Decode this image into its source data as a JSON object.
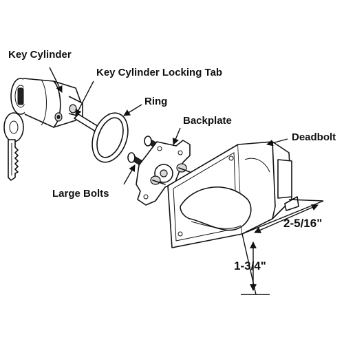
{
  "labels": {
    "key_cylinder": "Key Cylinder",
    "key_cylinder_locking_tab": "Key Cylinder Locking Tab",
    "ring": "Ring",
    "backplate": "Backplate",
    "deadbolt": "Deadbolt",
    "large_bolts": "Large Bolts",
    "dimension_width": "2-5/16\"",
    "dimension_height": "1-3/4\""
  },
  "colors": {
    "line": "#111111",
    "background": "#ffffff",
    "shade": "#d8d8d8"
  }
}
